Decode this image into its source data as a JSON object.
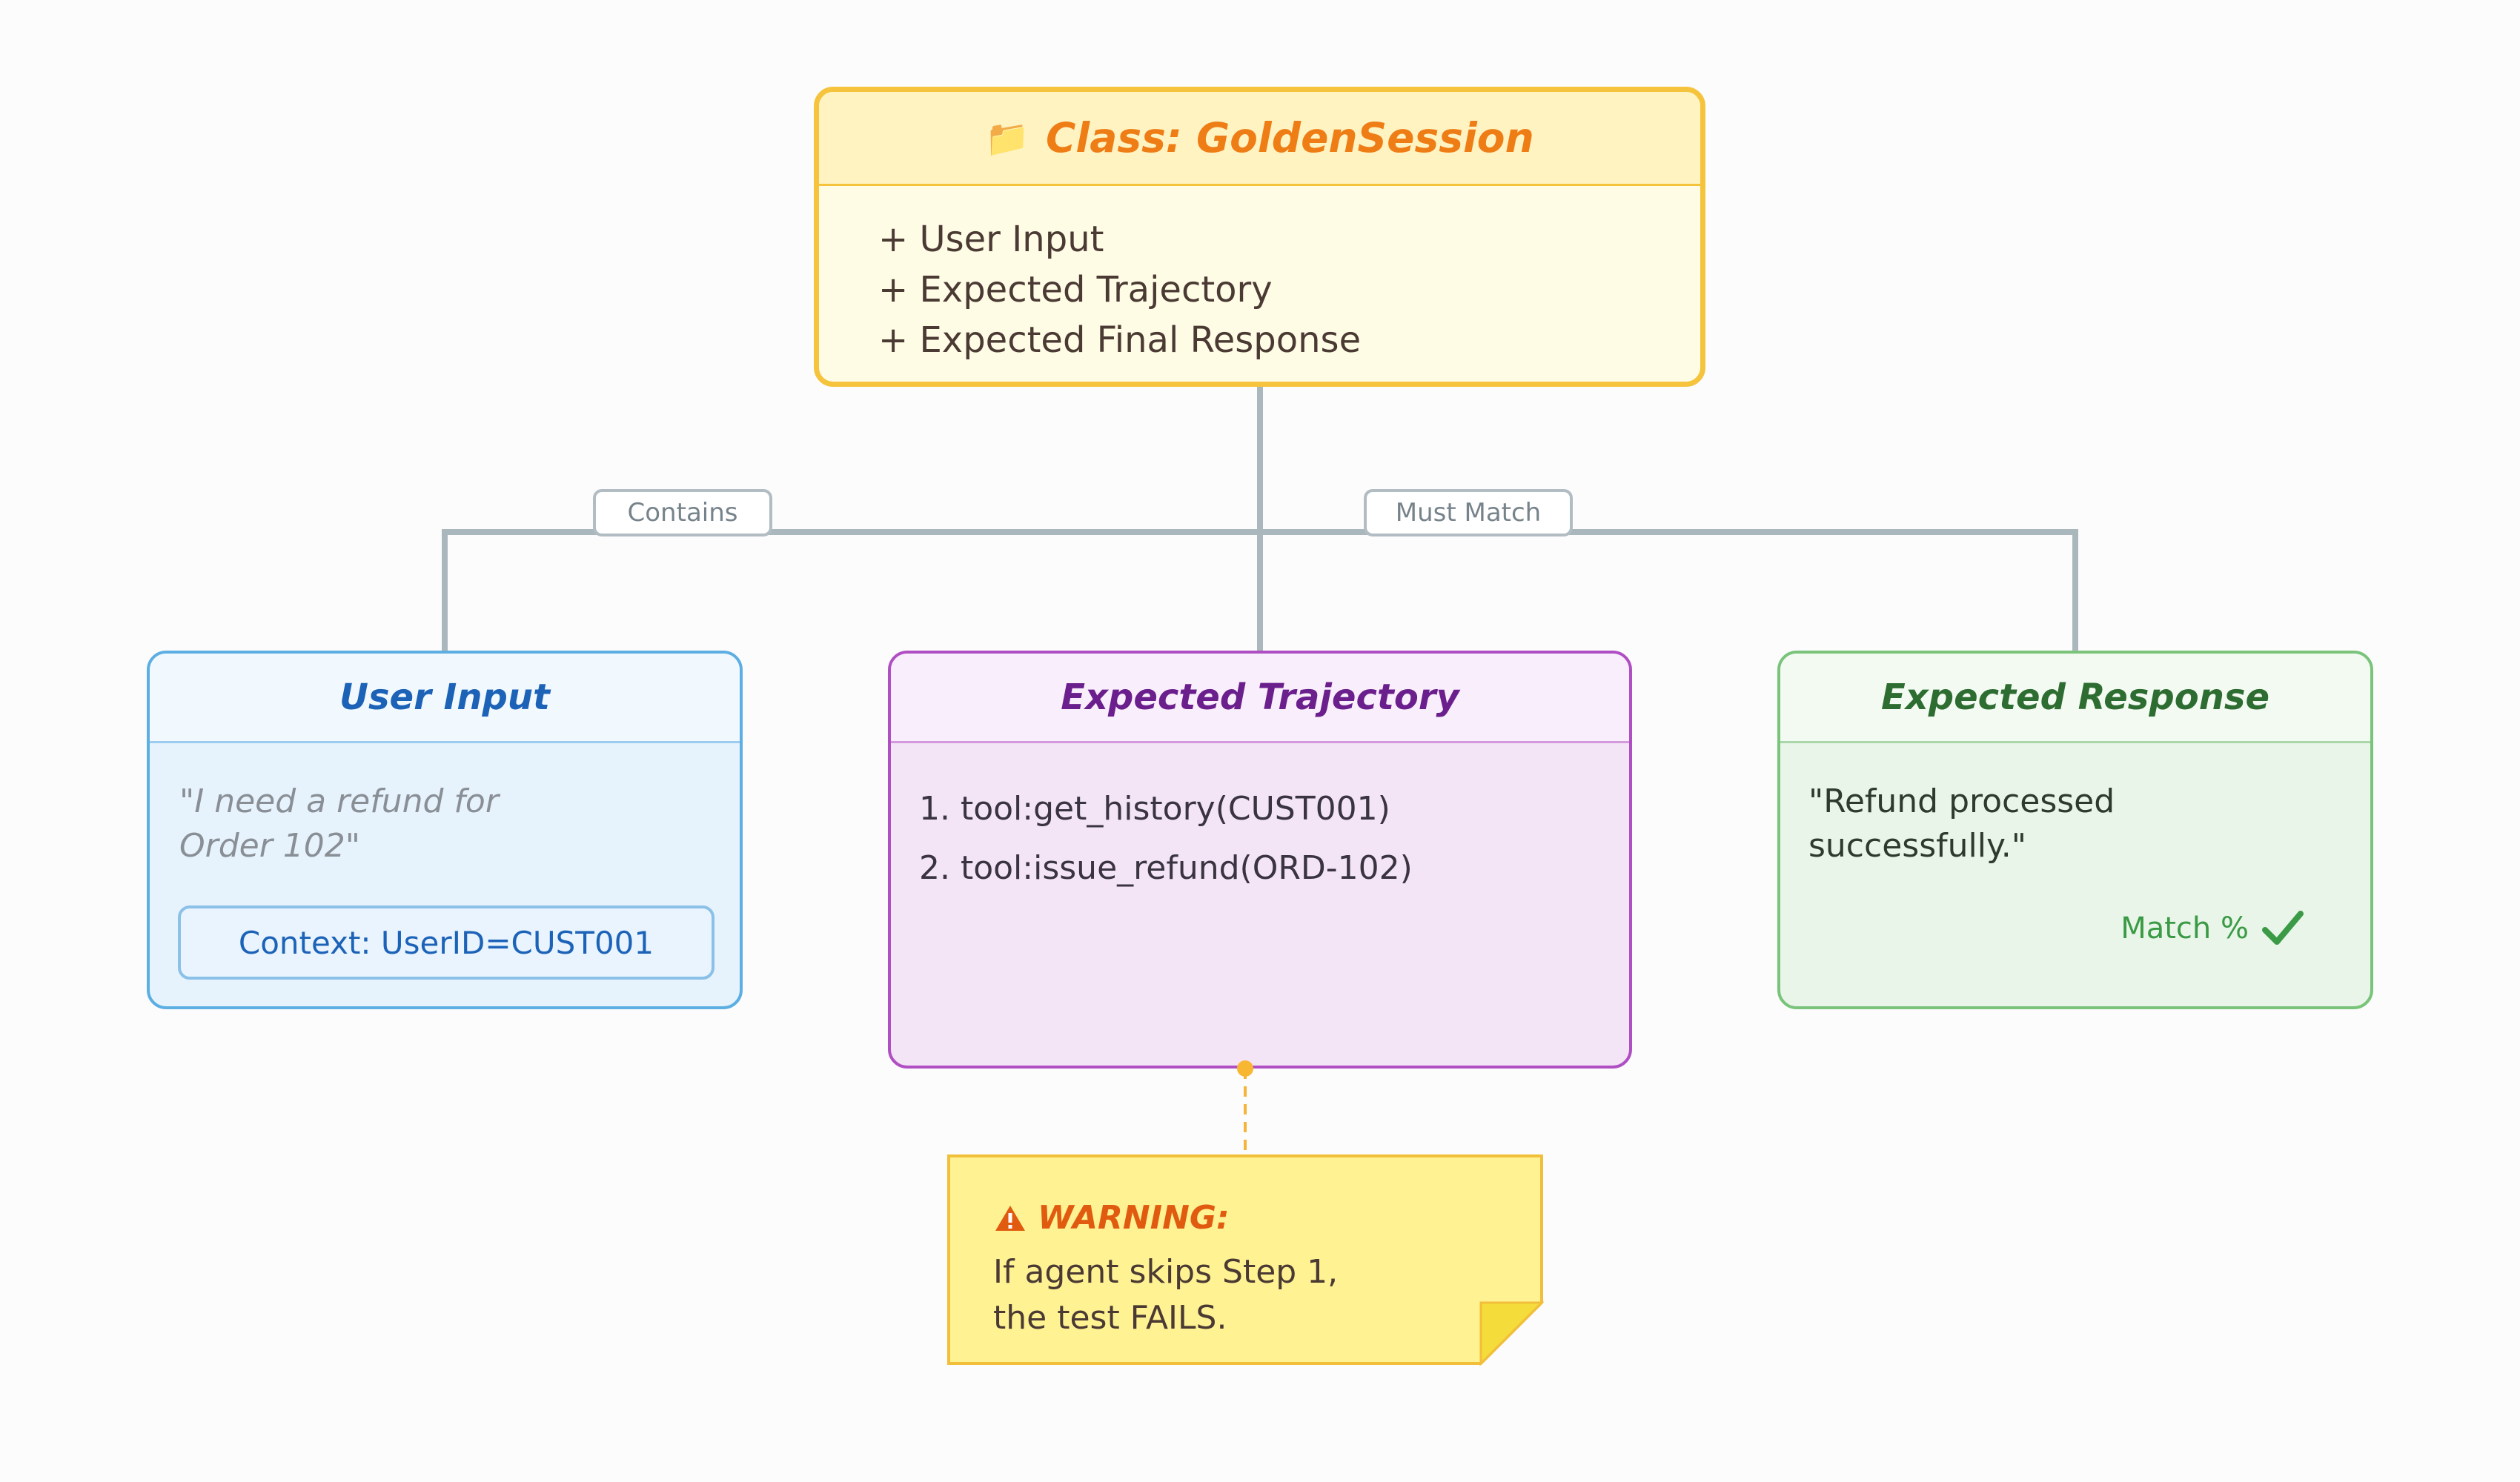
{
  "class_box": {
    "icon": "folder-icon",
    "title": "Class: GoldenSession",
    "attributes": [
      "+ User Input",
      "+ Expected Trajectory",
      "+ Expected Final Response"
    ]
  },
  "edge_labels": {
    "contains": "Contains",
    "must_match": "Must Match"
  },
  "user_input": {
    "title": "User Input",
    "quote_line1": "\"I need a refund for",
    "quote_line2": "Order 102\"",
    "context": "Context: UserID=CUST001"
  },
  "trajectory": {
    "title": "Expected Trajectory",
    "steps": [
      "1. tool:get_history(CUST001)",
      "2. tool:issue_refund(ORD-102)"
    ]
  },
  "response": {
    "title": "Expected Response",
    "text_line1": "\"Refund processed",
    "text_line2": "successfully.\"",
    "match_label": "Match %",
    "match_icon": "checkmark-icon"
  },
  "warning": {
    "icon": "warning-icon",
    "title": "WARNING:",
    "line1": "If agent skips Step 1,",
    "line2": "the test FAILS."
  },
  "colors": {
    "class_border": "#f6c33d",
    "class_title": "#ef7d15",
    "input_border": "#5caee3",
    "trajectory_border": "#b04fc4",
    "response_border": "#79c47a",
    "warning_fill": "#fff293",
    "connector": "#aab7bd"
  }
}
